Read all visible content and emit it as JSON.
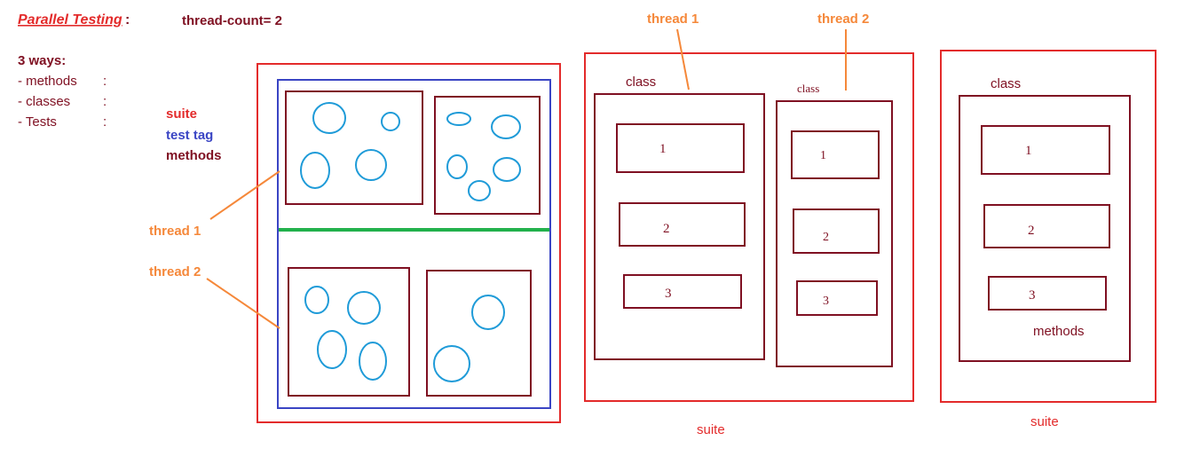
{
  "header": {
    "title": "Parallel Testing",
    "title_colon": ":",
    "thread_count": "thread-count= 2",
    "ways_heading": "3 ways:",
    "ways": [
      {
        "label": "- methods",
        "colon": ":"
      },
      {
        "label": "- classes",
        "colon": ":"
      },
      {
        "label": "- Tests",
        "colon": ":"
      }
    ]
  },
  "legend": {
    "suite": "suite",
    "test_tag": "test tag",
    "methods": "methods"
  },
  "diagram1": {
    "thread1": "thread 1",
    "thread2": "thread 2"
  },
  "diagram2": {
    "thread1": "thread 1",
    "thread2": "thread 2",
    "class_a": "class",
    "class_b": "class",
    "methods_a": [
      "1",
      "2",
      "3"
    ],
    "methods_b": [
      "1",
      "2",
      "3"
    ],
    "suite": "suite"
  },
  "diagram3": {
    "class": "class",
    "methods": [
      "1",
      "2",
      "3"
    ],
    "methods_label": "methods",
    "suite": "suite"
  },
  "colors": {
    "red": "#e32b2b",
    "maroon": "#7f1022",
    "blue": "#3a45c4",
    "green": "#22b14c",
    "orange": "#f5883a",
    "cyan": "#1f9bd8"
  }
}
